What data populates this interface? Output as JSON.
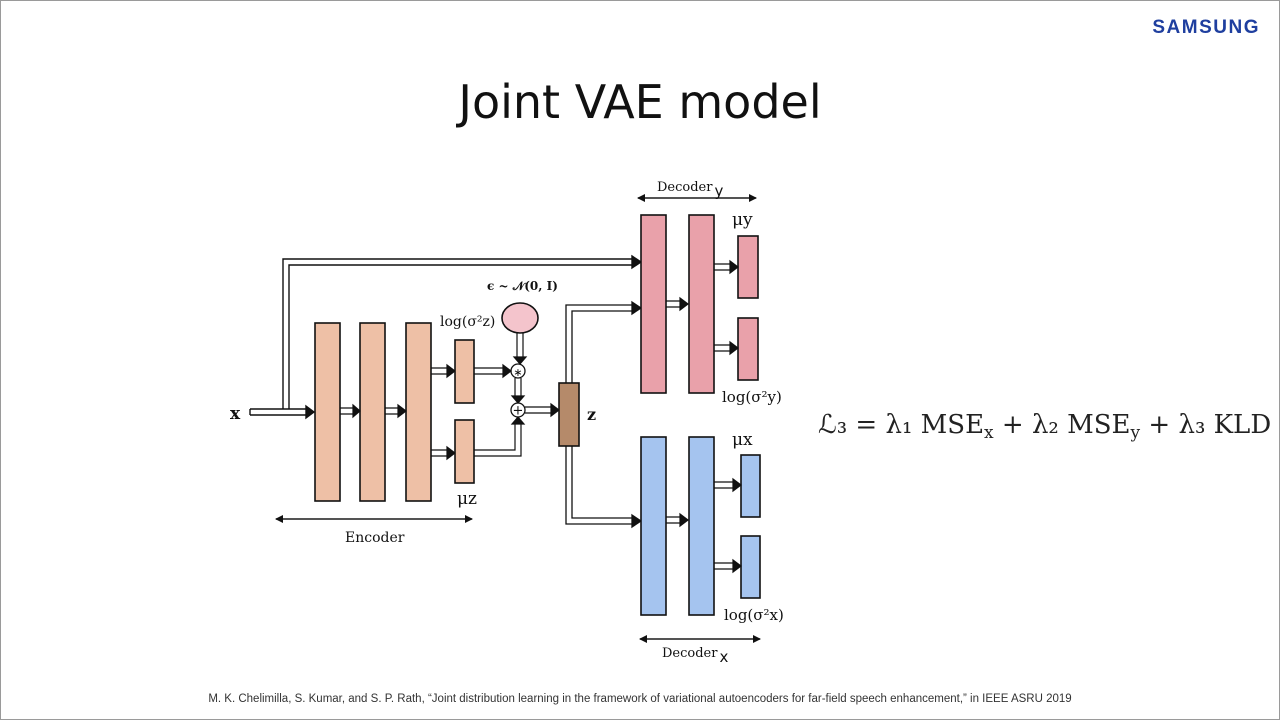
{
  "logo": "SAMSUNG",
  "title": "Joint VAE model",
  "diagram": {
    "input_label": "x",
    "latent_label": "z",
    "encoder_label": "Encoder",
    "decoder_y_label": "Decoder",
    "decoder_y_sub": "y",
    "decoder_x_label": "Decoder",
    "decoder_x_sub": "x",
    "noise_label": "ϵ ~ 𝒩(0, I)",
    "log_sigma_z": "log(σ²z)",
    "mu_z": "μz",
    "mu_y": "μy",
    "log_sigma_y": "log(σ²y)",
    "mu_x": "μx",
    "log_sigma_x": "log(σ²x)",
    "colors": {
      "encoder": "#eec0a6",
      "latent": "#b58a6a",
      "decoder_y": "#e9a1aa",
      "decoder_x": "#a5c4ef",
      "noise": "#f4c4cc"
    }
  },
  "formula": {
    "lhs": "ℒ₃ = λ₁ MSE",
    "sub1": "x",
    "mid1": " + λ₂ MSE",
    "sub2": "y",
    "mid2": " + λ₃ KLD"
  },
  "citation": "M. K. Chelimilla, S. Kumar, and S. P. Rath, “Joint distribution learning in the framework of variational autoencoders for far-field speech enhancement,” in IEEE ASRU 2019"
}
